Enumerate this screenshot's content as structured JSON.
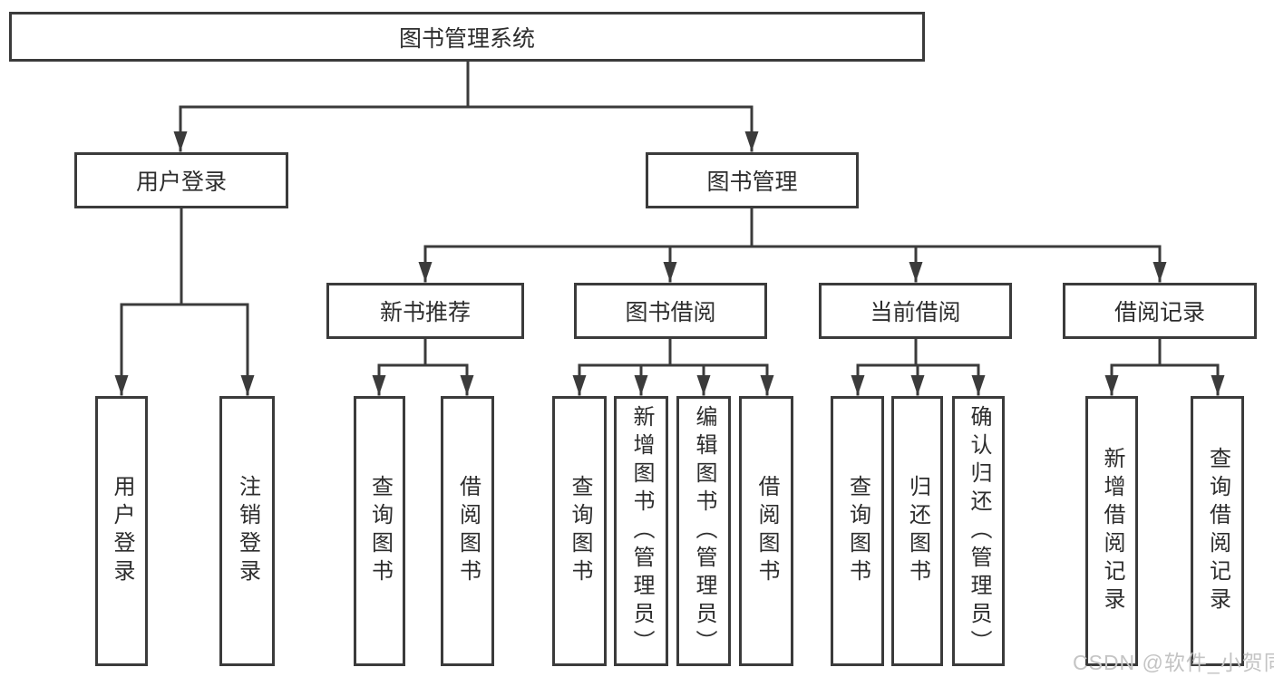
{
  "diagram": {
    "root": {
      "label": "图书管理系统"
    },
    "branches": [
      {
        "label": "用户登录",
        "children": [
          {
            "label": "用户登录"
          },
          {
            "label": "注销登录"
          }
        ]
      },
      {
        "label": "图书管理",
        "children": [
          {
            "label": "新书推荐",
            "children": [
              {
                "label": "查询图书"
              },
              {
                "label": "借阅图书"
              }
            ]
          },
          {
            "label": "图书借阅",
            "children": [
              {
                "label": "查询图书"
              },
              {
                "label": "新增图书（管理员）"
              },
              {
                "label": "编辑图书（管理员）"
              },
              {
                "label": "借阅图书"
              }
            ]
          },
          {
            "label": "当前借阅",
            "children": [
              {
                "label": "查询图书"
              },
              {
                "label": "归还图书"
              },
              {
                "label": "确认归还（管理员）"
              }
            ]
          },
          {
            "label": "借阅记录",
            "children": [
              {
                "label": "新增借阅记录"
              },
              {
                "label": "查询借阅记录"
              }
            ]
          }
        ]
      }
    ]
  },
  "watermark": {
    "text": "CSDN @软件_小贺同学",
    "color": "#c4c4c4"
  },
  "colors": {
    "line": "#3b3b3b",
    "box_border": "#3b3b3b",
    "text": "#2d2d2d",
    "background": "#ffffff"
  }
}
